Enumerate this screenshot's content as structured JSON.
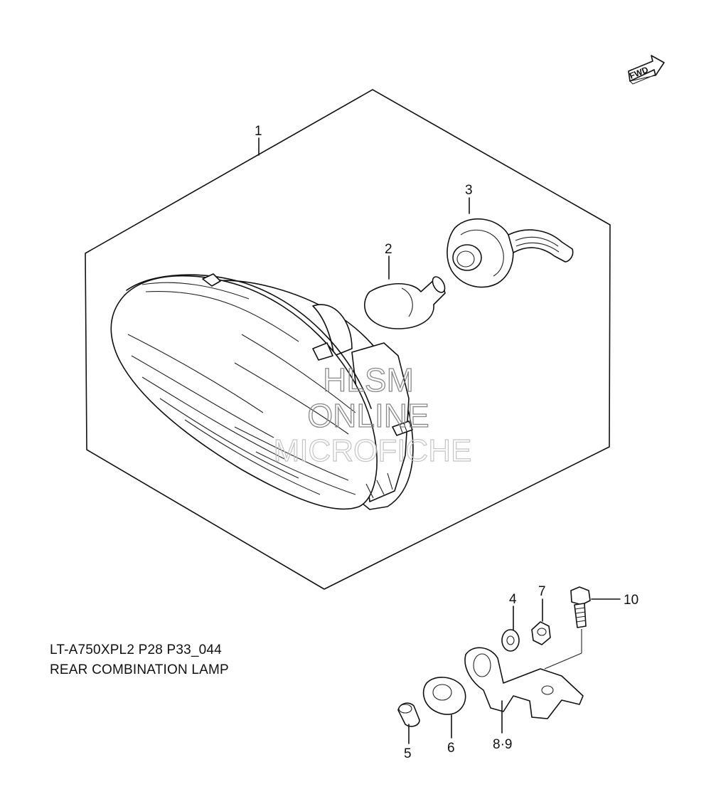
{
  "fwd_label": "FWD",
  "callouts": {
    "c1": "1",
    "c2": "2",
    "c3": "3",
    "c4": "4",
    "c5": "5",
    "c6": "6",
    "c7": "7",
    "c89": "8·9",
    "c10": "10"
  },
  "caption": {
    "line1": "LT-A750XPL2 P28 P33_044",
    "line2": "REAR COMBINATION LAMP"
  },
  "watermark": {
    "line1": "HLSM",
    "line2": "ONLINE",
    "line3": "MICROFICHE"
  }
}
